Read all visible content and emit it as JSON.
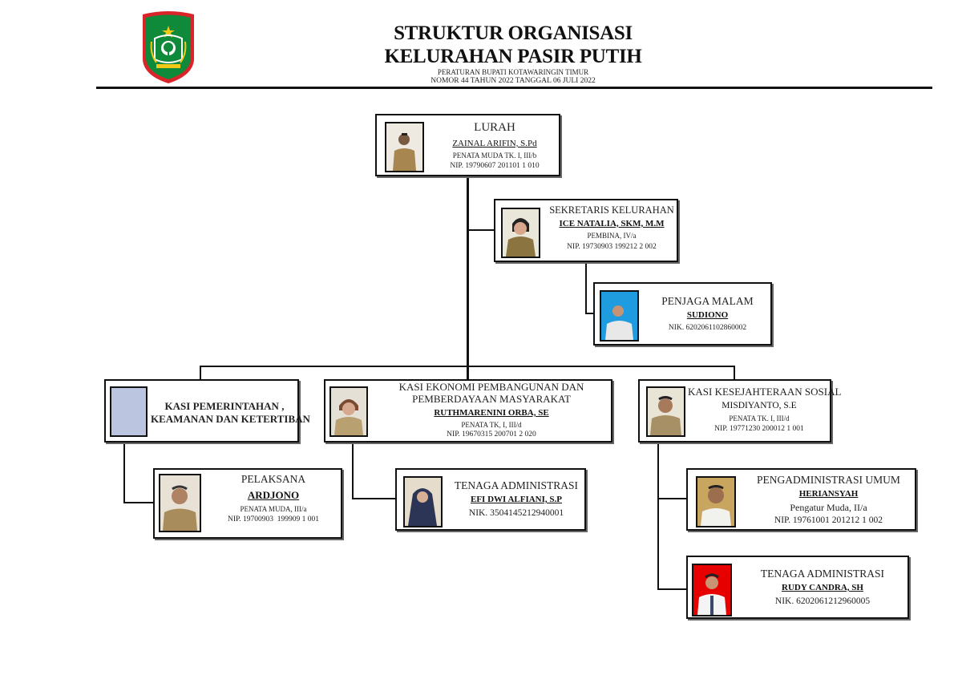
{
  "header": {
    "title_line1": "STRUKTUR ORGANISASI",
    "title_line2": "KELURAHAN PASIR PUTIH",
    "regulation_line1": "PERATURAN BUPATI KOTAWARINGIN TIMUR",
    "regulation_line2": "NOMOR 44 TAHUN 2022 TANGGAL 06 JULI 2022",
    "logo": "kotawaringin-timur-emblem"
  },
  "colors": {
    "logo_green": "#0f8a3a",
    "logo_red": "#d9252a",
    "logo_gold": "#f2c919",
    "placeholder_photo": "#bcc5e0",
    "line": "#111111"
  },
  "org": {
    "lurah": {
      "role": "LURAH",
      "name": "ZAINAL ARIFIN, S.Pd",
      "rank": "PENATA MUDA TK. I, III/b",
      "id": "NIP. 19790607 201101 1 010"
    },
    "sekretaris": {
      "role": "SEKRETARIS KELURAHAN",
      "name": "ICE NATALIA, SKM, M.M",
      "rank": "PEMBINA, IV/a",
      "id": "NIP. 19730903 199212 2 002"
    },
    "penjaga_malam": {
      "role": "PENJAGA MALAM",
      "name": "SUDIONO",
      "id": "NIK. 6202061102860002"
    },
    "kasi_pemerintahan": {
      "role": "KASI PEMERINTAHAN , KEAMANAN DAN KETERTIBAN",
      "role_line1": "KASI PEMERINTAHAN ,",
      "role_line2": "KEAMANAN DAN KETERTIBAN"
    },
    "kasi_ekonomi": {
      "role_line1": "KASI EKONOMI PEMBANGUNAN DAN",
      "role_line2": "PEMBERDAYAAN MASYARAKAT",
      "name": "RUTHMARENINI ORBA, SE",
      "rank": "PENATA TK, I, III/d",
      "id": "NIP. 19670315 200701 2 020"
    },
    "kasi_kesejahteraan": {
      "role": "KASI KESEJAHTERAAN SOSIAL",
      "name": "MISDIYANTO, S.E",
      "rank": "PENATA TK. I, III/d",
      "id": "NIP. 19771230 200012 1 001"
    },
    "pelaksana": {
      "role": "PELAKSANA",
      "name": "ARDJONO",
      "rank": "PENATA MUDA, III/a",
      "id": "NIP. 19700903  199909 1 001"
    },
    "tenaga_admin_1": {
      "role": "TENAGA ADMINISTRASI",
      "name": "EFI DWI ALFIANI, S.P",
      "id": "NIK. 3504145212940001"
    },
    "pengadministrasi_umum": {
      "role": "PENGADMINISTRASI UMUM",
      "name": "HERIANSYAH",
      "rank": "Pengatur Muda, II/a",
      "id": "NIP. 19761001 201212 1 002"
    },
    "tenaga_admin_2": {
      "role": "TENAGA ADMINISTRASI",
      "name": "RUDY CANDRA, SH",
      "id": "NIK. 6202061212960005"
    }
  }
}
